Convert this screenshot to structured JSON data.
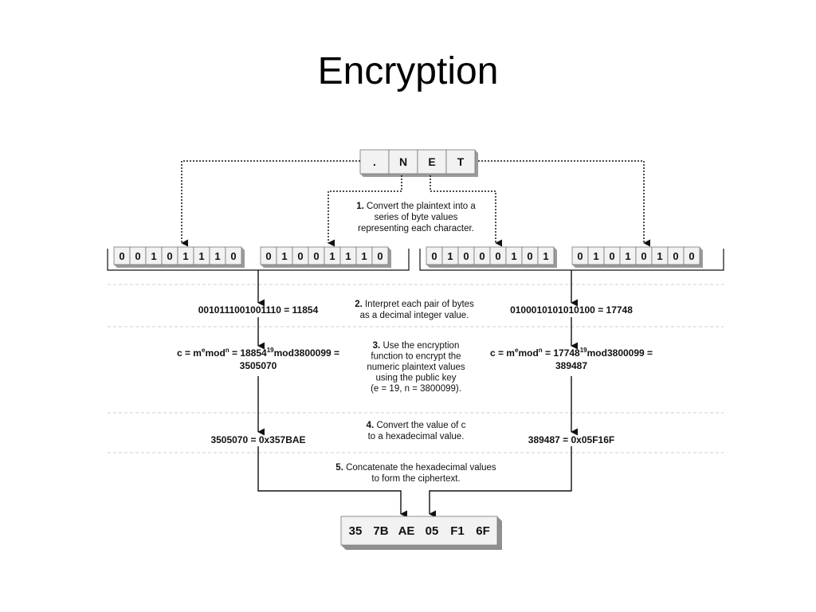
{
  "title": "Encryption",
  "plaintext_chars": [
    ".",
    "N",
    "E",
    "T"
  ],
  "byte_groups": [
    [
      "0",
      "0",
      "1",
      "0",
      "1",
      "1",
      "1",
      "0"
    ],
    [
      "0",
      "1",
      "0",
      "0",
      "1",
      "1",
      "1",
      "0"
    ],
    [
      "0",
      "1",
      "0",
      "0",
      "0",
      "1",
      "0",
      "1"
    ],
    [
      "0",
      "1",
      "0",
      "1",
      "0",
      "1",
      "0",
      "0"
    ]
  ],
  "steps": [
    {
      "num": "1.",
      "lines": [
        "Convert the plaintext into a",
        "series of byte values",
        "representing each character."
      ]
    },
    {
      "num": "2.",
      "lines": [
        "Interpret each pair of bytes",
        "as a decimal integer value."
      ]
    },
    {
      "num": "3.",
      "lines": [
        "Use the encryption",
        "function to encrypt the",
        "numeric plaintext values",
        "using the public key",
        "(e = 19, n = 3800099)."
      ]
    },
    {
      "num": "4.",
      "lines": [
        "Convert the value of c",
        "to a hexadecimal value."
      ]
    },
    {
      "num": "5.",
      "lines": [
        "Concatenate the hexadecimal values",
        "to form the ciphertext."
      ]
    }
  ],
  "left": {
    "decimal": "0010111001001110 = 11854",
    "encrypt_base": "18854",
    "encrypt_line2": "3505070",
    "hex": "3505070 = 0x357BAE"
  },
  "right": {
    "decimal": "0100010101010100 = 17748",
    "encrypt_base": "17748",
    "encrypt_line2": "389487",
    "hex": "389487 = 0x05F16F"
  },
  "encrypt_parts": {
    "prefix": "c = m",
    "exp_e": "e",
    "mod": "mod",
    "exp_n": "n",
    "equals": " = ",
    "exp_19": "19",
    "mod_value": "mod3800099 ="
  },
  "ciphertext": [
    "35",
    "7B",
    "AE",
    "05",
    "F1",
    "6F"
  ]
}
